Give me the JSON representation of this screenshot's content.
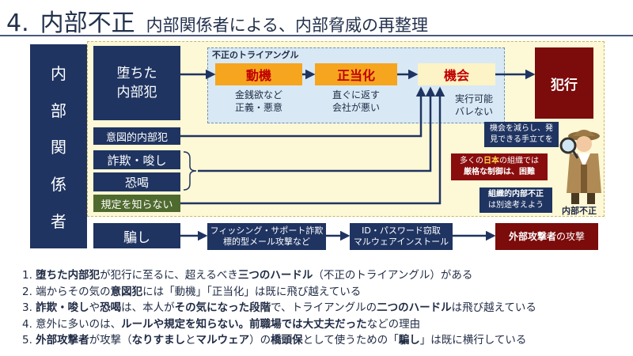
{
  "title": {
    "number": "4.",
    "main": "内部不正",
    "subtitle": "内部関係者による、内部脅威の再整理"
  },
  "vertical_label": [
    "内",
    "部",
    "関",
    "係",
    "者"
  ],
  "triangle": {
    "label": "不正のトライアングル",
    "motive": {
      "label": "動機",
      "note_lines": [
        "金銭欲など",
        "正義・悪意"
      ]
    },
    "justification": {
      "label": "正当化",
      "note_lines": [
        "直ぐに返す",
        "会社が悪い"
      ]
    },
    "opportunity": {
      "label": "機会",
      "note_lines": [
        "実行可能",
        "バレない"
      ]
    }
  },
  "crime": "犯行",
  "left_items": {
    "fallen_insider": [
      "堕ちた",
      "内部犯"
    ],
    "intentional_insider": "意図的内部犯",
    "fraud": "詐欺・唆し",
    "threat": "恐喝",
    "unaware": "規定を知らない",
    "deception": "騙し"
  },
  "callouts": {
    "reduce_opportunity": [
      "機会を減らし、発",
      "見できる手立てを"
    ],
    "japan_orgs": {
      "pre": "多くの",
      "red": "日本",
      "mid": "の組織では",
      "line2": "厳格な制御は、困難"
    },
    "organizational": {
      "line1": "組織的内部不正",
      "line2": "は別途考えよう"
    },
    "detective_caption": "内部不正"
  },
  "external": {
    "phishing": [
      "フィッシング・サポート詐欺",
      "標的型メール攻撃など"
    ],
    "password": [
      "ID・パスワード窃取",
      "マルウェアインストール"
    ],
    "attack": {
      "bold": "外部攻撃者",
      "rest": "の攻撃"
    }
  },
  "list": [
    [
      {
        "t": "1. "
      },
      {
        "t": "堕ちた内部犯",
        "b": true
      },
      {
        "t": "が犯行に至るに、超えるべき"
      },
      {
        "t": "三つのハードル",
        "b": true
      },
      {
        "t": "（不正のトライアングル）がある"
      }
    ],
    [
      {
        "t": "2. 端からその気の"
      },
      {
        "t": "意図犯",
        "b": true
      },
      {
        "t": "には「動機」「正当化」は既に飛び越えている"
      }
    ],
    [
      {
        "t": "3. "
      },
      {
        "t": "詐欺・唆し",
        "b": true
      },
      {
        "t": "や"
      },
      {
        "t": "恐喝",
        "b": true
      },
      {
        "t": "は、本人が"
      },
      {
        "t": "その気になった段階",
        "b": true
      },
      {
        "t": "で、トライアングルの"
      },
      {
        "t": "二つのハードル",
        "b": true
      },
      {
        "t": "は飛び越えている"
      }
    ],
    [
      {
        "t": "4. 意外に多いのは、"
      },
      {
        "t": "ルールや規定を知らない。前職場では大丈夫だった",
        "b": true
      },
      {
        "t": "などの理由"
      }
    ],
    [
      {
        "t": "5. "
      },
      {
        "t": "外部攻撃者",
        "b": true
      },
      {
        "t": "が攻撃（"
      },
      {
        "t": "なりすまし",
        "b": true
      },
      {
        "t": "と"
      },
      {
        "t": "マルウェア",
        "b": true
      },
      {
        "t": "）の"
      },
      {
        "t": "橋頭保",
        "b": true
      },
      {
        "t": "として使うための「"
      },
      {
        "t": "騙し",
        "b": true
      },
      {
        "t": "」は既に横行している"
      }
    ]
  ],
  "colors": {
    "navy": "#1f3461",
    "orange": "#f6a51f",
    "dark_red": "#7c0b0b",
    "text_red": "#c00000"
  }
}
